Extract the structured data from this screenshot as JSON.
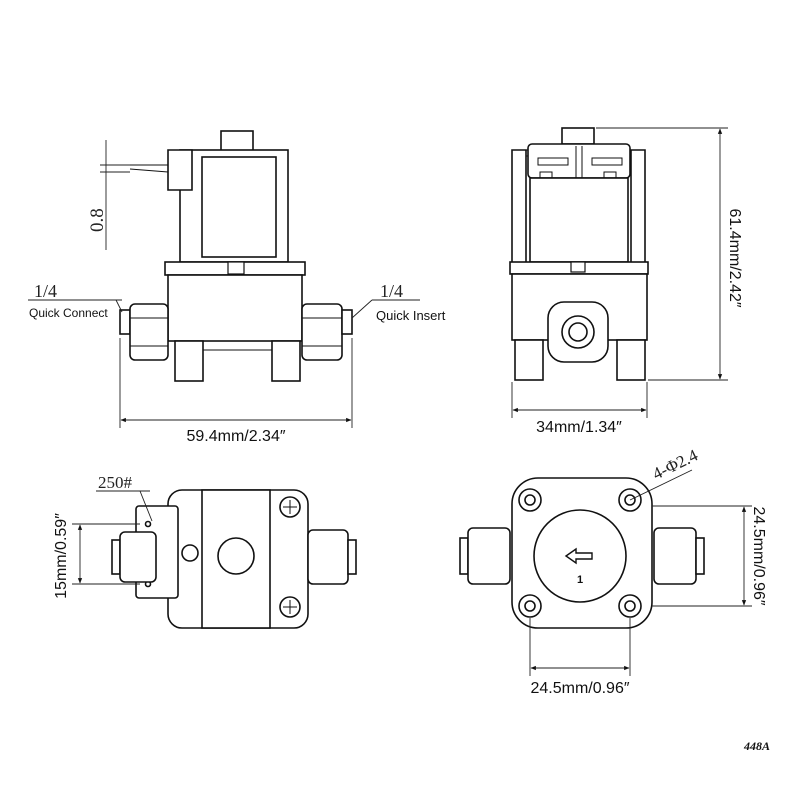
{
  "views": {
    "front": {
      "thickness_label": "0.8",
      "left_fitting_size": "1/4",
      "left_fitting_type": "Quick Connect",
      "right_fitting_size": "1/4",
      "right_fitting_type": "Quick Insert",
      "width_label": "59.4mm/2.34″"
    },
    "side": {
      "height_label": "61.4mm/2.42″",
      "width_label": "34mm/1.34″"
    },
    "top": {
      "terminal_label": "250#",
      "height_label": "15mm/0.59″"
    },
    "bottom": {
      "holes_label": "4-Φ2.4",
      "height_label": "24.5mm/0.96″",
      "width_label": "24.5mm/0.96″",
      "port_number": "1"
    }
  },
  "model_code": "448A",
  "colors": {
    "line": "#111111",
    "background": "#ffffff"
  }
}
